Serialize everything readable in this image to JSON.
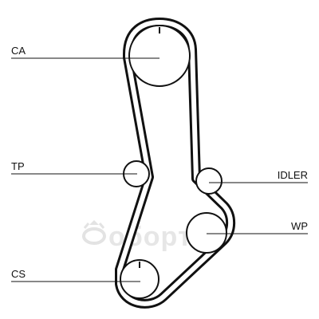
{
  "colors": {
    "line": "#111111",
    "background": "#ffffff",
    "watermark": "#e6e6e6"
  },
  "labels": {
    "camshaft": "CA",
    "tensioner": "TP",
    "idler": "IDLER",
    "water_pump": "WP",
    "crankshaft": "CS"
  },
  "watermark": {
    "text": "oбоpт"
  }
}
